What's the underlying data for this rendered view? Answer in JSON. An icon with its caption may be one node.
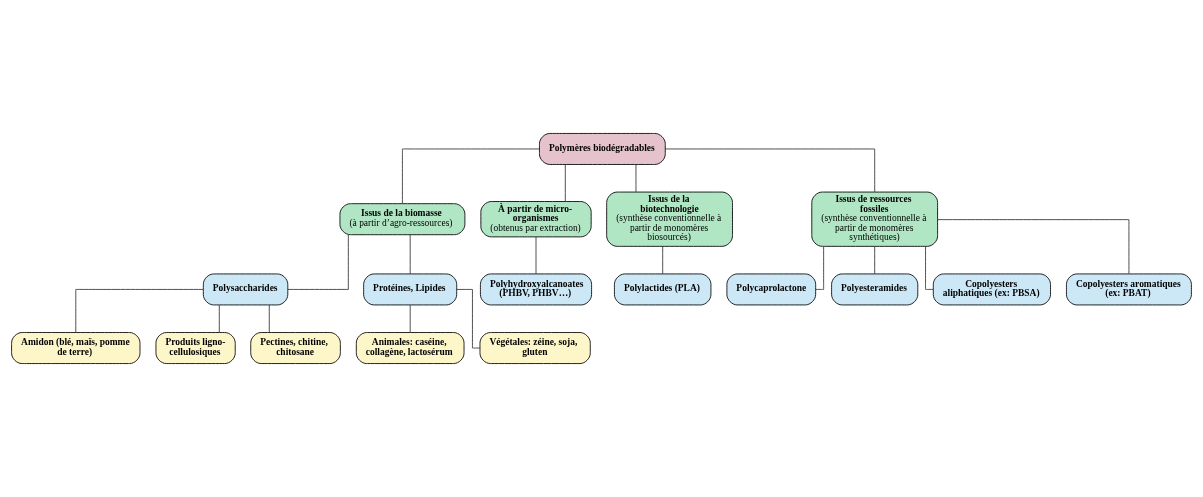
{
  "diagram": {
    "nodes": [
      {
        "text": [
          "Polymères biodégradables"
        ]
      },
      {
        "text": [
          "Issus de la biomasse",
          "(à partir d’agro-ressources)"
        ]
      },
      {
        "text": [
          "Polysaccharides"
        ]
      },
      {
        "text": [
          "Amidon (blé, maïs, pomme de terre)"
        ]
      },
      {
        "text": [
          "Produits ligno-cellulosiques"
        ]
      },
      {
        "text": [
          "Pectines, chitine, chitosane"
        ]
      },
      {
        "text": [
          "Protéines, Lipides"
        ]
      },
      {
        "text": [
          "Animales: caséine, collagène, lactosérum"
        ]
      },
      {
        "text": [
          "Végétales: zéine, soja, gluten"
        ]
      },
      {
        "text": [
          "À partir de micro-organismes",
          "(obtenus par extraction)"
        ]
      },
      {
        "text": [
          "Polyhydroxyalcanoates (PHBV, PHBV…)"
        ]
      },
      {
        "text": [
          "Issus de la biotechnologie",
          "(synthèse conventionnelle à partir de monomères biosourcés)"
        ]
      },
      {
        "text": [
          "Polylactides (PLA)"
        ]
      },
      {
        "text": [
          "Issus de ressources fossiles",
          "(synthèse conventionnelle à partir de monomères synthétiques)"
        ]
      },
      {
        "text": [
          "Polycaprolactone"
        ]
      },
      {
        "text": [
          "Polyesteramides"
        ]
      },
      {
        "text": [
          "Copolyesters aliphatiques (ex: PBSA)"
        ]
      },
      {
        "text": [
          "Copolyesters aromatiques (ex: PBAT)"
        ]
      }
    ],
    "edges": [
      {
        "from": 0,
        "to": 1,
        "arrow": "none"
      },
      {
        "from": 0,
        "to": 9,
        "arrow": "none"
      },
      {
        "from": 0,
        "to": 11,
        "arrow": "none"
      },
      {
        "from": 0,
        "to": 13,
        "arrow": "none"
      },
      {
        "from": 1,
        "to": 2,
        "arrow": "none"
      },
      {
        "from": 1,
        "to": 6,
        "arrow": "none"
      },
      {
        "from": 2,
        "to": 3,
        "arrow": "none"
      },
      {
        "from": 2,
        "to": 4,
        "arrow": "none"
      },
      {
        "from": 2,
        "to": 5,
        "arrow": "none"
      },
      {
        "from": 6,
        "to": 7,
        "arrow": "none"
      },
      {
        "from": 6,
        "to": 8,
        "arrow": "none"
      },
      {
        "from": 9,
        "to": 10,
        "arrow": "none"
      },
      {
        "from": 11,
        "to": 12,
        "arrow": "none"
      },
      {
        "from": 13,
        "to": 14,
        "arrow": "none"
      },
      {
        "from": 13,
        "to": 15,
        "arrow": "none"
      },
      {
        "from": 13,
        "to": 16,
        "arrow": "none"
      },
      {
        "from": 13,
        "to": 17,
        "arrow": "none"
      }
    ]
  }
}
